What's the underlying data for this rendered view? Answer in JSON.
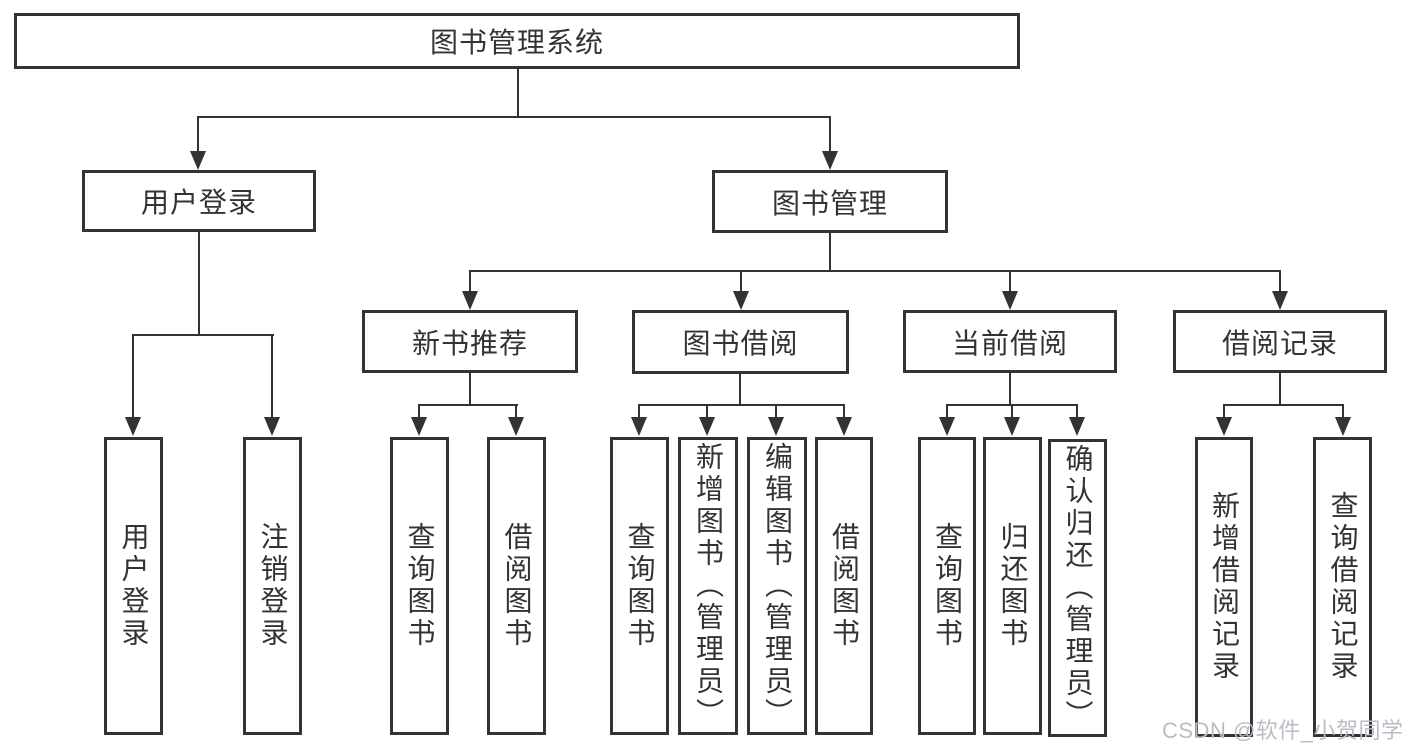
{
  "colors": {
    "line": "#333333",
    "text": "#333333",
    "background": "#ffffff",
    "watermark": "#b9bdc4"
  },
  "watermark": {
    "text": "CSDN @软件_小贺同学"
  },
  "tree": {
    "root": {
      "label": "图书管理系统"
    },
    "level2": [
      {
        "label": "用户登录"
      },
      {
        "label": "图书管理"
      }
    ],
    "level3": [
      {
        "label": "新书推荐"
      },
      {
        "label": "图书借阅"
      },
      {
        "label": "当前借阅"
      },
      {
        "label": "借阅记录"
      }
    ],
    "leaves": {
      "user_login": [
        {
          "label": "用户登录"
        },
        {
          "label": "注销登录"
        }
      ],
      "new_book_rec": [
        {
          "label": "查询图书"
        },
        {
          "label": "借阅图书"
        }
      ],
      "book_borrow": [
        {
          "label": "查询图书"
        },
        {
          "label": "新增图书（管理员）"
        },
        {
          "label": "编辑图书（管理员）"
        },
        {
          "label": "借阅图书"
        }
      ],
      "current_borrow": [
        {
          "label": "查询图书"
        },
        {
          "label": "归还图书"
        },
        {
          "label": "确认归还（管理员）"
        }
      ],
      "borrow_records": [
        {
          "label": "新增借阅记录"
        },
        {
          "label": "查询借阅记录"
        }
      ]
    }
  }
}
